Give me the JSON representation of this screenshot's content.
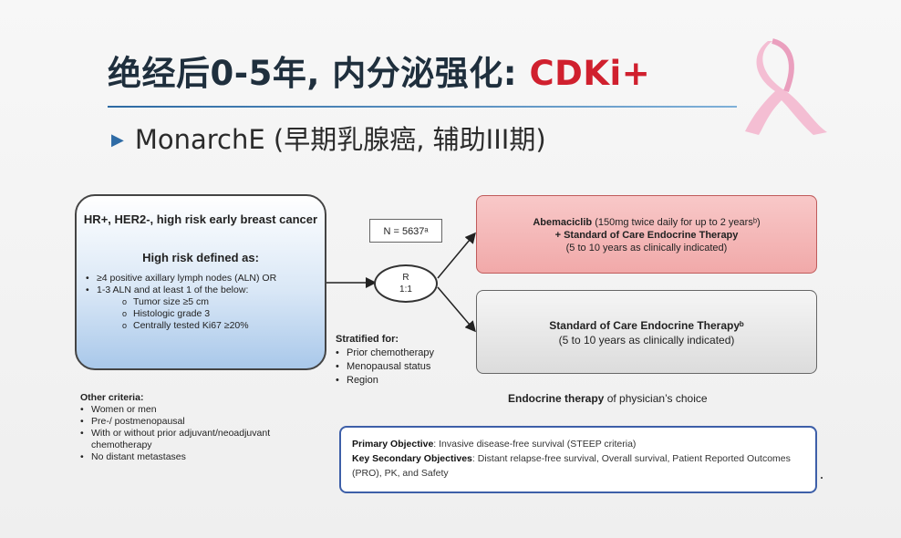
{
  "title": {
    "main": "绝经后0-5年, 内分泌强化: ",
    "accent": "CDKi+"
  },
  "bullet": "MonarchE (早期乳腺癌, 辅助III期)",
  "population": {
    "title": "HR+, HER2-, high risk early breast cancer",
    "subtitle": "High risk defined as:",
    "items": [
      "≥4 positive axillary lymph nodes (ALN) OR",
      "1-3 ALN and at least 1 of the below:"
    ],
    "subitems": [
      "Tumor size ≥5 cm",
      "Histologic grade 3",
      "Centrally tested Ki67 ≥20%"
    ]
  },
  "other_criteria": {
    "heading": "Other criteria:",
    "items": [
      "Women or men",
      "Pre-/ postmenopausal",
      "With or without prior adjuvant/neoadjuvant chemotherapy",
      "No distant metastases"
    ]
  },
  "n_label": "N = 5637ᵃ",
  "randomization": {
    "line1": "R",
    "line2": "1:1"
  },
  "stratified": {
    "heading": "Stratified for:",
    "items": [
      "Prior chemotherapy",
      "Menopausal status",
      "Region"
    ]
  },
  "arm1": {
    "drug": "Abemaciclib",
    "dose": " (150mg twice daily for up to 2 yearsᵇ)",
    "line2": "+ Standard of Care Endocrine Therapy",
    "line3": "(5 to 10 years as clinically indicated)"
  },
  "arm2": {
    "line1": "Standard of Care Endocrine Therapyᵇ",
    "line2": "(5 to 10 years as clinically indicated)"
  },
  "endocrine_note": {
    "bold": "Endocrine therapy",
    "rest": " of physician’s choice"
  },
  "objectives": {
    "primary_label": "Primary Objective",
    "primary_text": ": Invasive disease-free survival (STEEP criteria)",
    "secondary_label": "Key Secondary Objectives",
    "secondary_text": ": Distant relapse-free survival, Overall survival, Patient Reported Outcomes (PRO), PK, and Safety"
  },
  "colors": {
    "accent": "#d0202e",
    "title": "#1f2f3d",
    "rule": "#2d6aa3",
    "objective_border": "#3d5fa8"
  }
}
